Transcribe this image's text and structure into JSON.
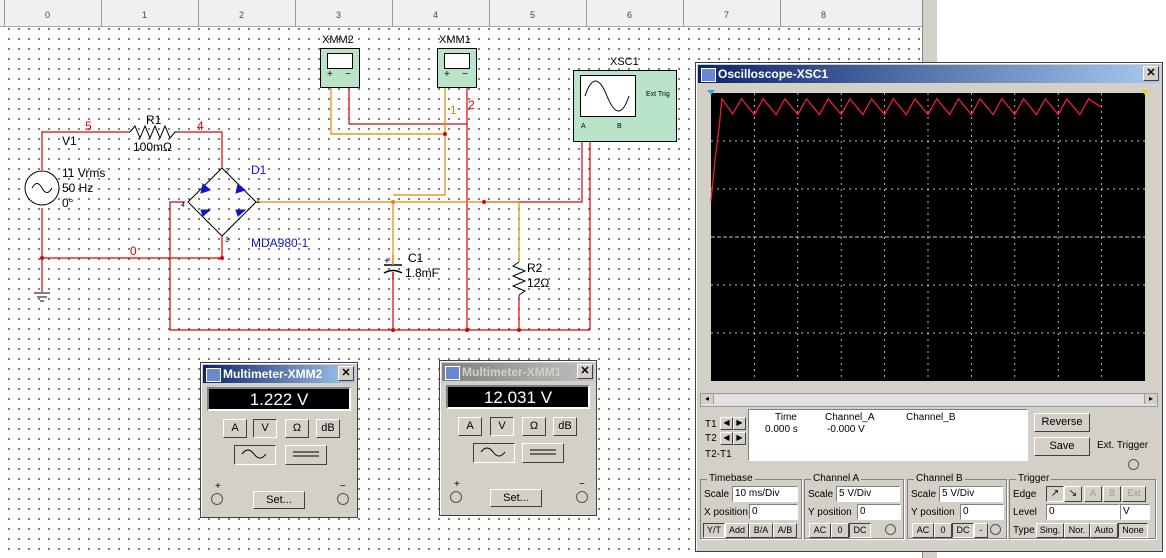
{
  "ruler": {
    "numbers": [
      "0",
      "1",
      "2",
      "3",
      "4",
      "5",
      "6",
      "7",
      "8"
    ]
  },
  "circuit": {
    "source": {
      "name": "V1",
      "voltage": "11 Vrms",
      "freq": "50 Hz",
      "phase": "0°"
    },
    "resistor1": {
      "name": "R1",
      "value": "100mΩ"
    },
    "diode": {
      "name": "D1",
      "model": "MDA980-1"
    },
    "capacitor": {
      "name": "C1",
      "value": "1.8mF"
    },
    "resistor2": {
      "name": "R2",
      "value": "12Ω"
    },
    "nets": {
      "n5": "5",
      "n4": "4",
      "n0": "0",
      "n1": "1",
      "n2": "2"
    },
    "pins": {
      "p1": "1",
      "p2": "2",
      "p3": "3",
      "p4": "4",
      "plus": "+"
    },
    "meters": {
      "xmm2": "XMM2",
      "xmm1": "XMM1",
      "xsc1": "XSC1",
      "ext_trig": "Ext Trig",
      "a": "A",
      "b": "B",
      "plus": "+",
      "minus": "−"
    }
  },
  "multimeter2": {
    "title": "Multimeter-XMM2",
    "reading": "1.222 V",
    "buttons": [
      "A",
      "V",
      "Ω",
      "dB"
    ],
    "set_label": "Set...",
    "plus": "+",
    "minus": "−"
  },
  "multimeter1": {
    "title": "Multimeter-XMM1",
    "reading": "12.031 V",
    "buttons": [
      "A",
      "V",
      "Ω",
      "dB"
    ],
    "set_label": "Set...",
    "plus": "+",
    "minus": "−"
  },
  "oscilloscope": {
    "title": "Oscilloscope-XSC1",
    "cursor_labels": {
      "t1": "T1",
      "t2": "T2",
      "t2t1": "T2-T1"
    },
    "readout": {
      "time_h": "Time",
      "cha_h": "Channel_A",
      "chb_h": "Channel_B",
      "time": "0.000 s",
      "cha": "-0.000 V",
      "chb": ""
    },
    "reverse_label": "Reverse",
    "save_label": "Save",
    "ext_trigger_label": "Ext. Trigger",
    "timebase": {
      "title": "Timebase",
      "scale_label": "Scale",
      "scale": "10 ms/Div",
      "xpos_label": "X position",
      "xpos": "0",
      "modes": [
        "Y/T",
        "Add",
        "B/A",
        "A/B"
      ]
    },
    "channel_a": {
      "title": "Channel A",
      "scale_label": "Scale",
      "scale": "5  V/Div",
      "ypos_label": "Y position",
      "ypos": "0",
      "coupling": [
        "AC",
        "0",
        "DC"
      ]
    },
    "channel_b": {
      "title": "Channel B",
      "scale_label": "Scale",
      "scale": "5  V/Div",
      "ypos_label": "Y position",
      "ypos": "0",
      "coupling": [
        "AC",
        "0",
        "DC",
        "-"
      ]
    },
    "trigger": {
      "title": "Trigger",
      "edge_label": "Edge",
      "edge_buttons": [
        "A",
        "B",
        "Ext"
      ],
      "level_label": "Level",
      "level": "0",
      "level_unit": "V",
      "type_label": "Type",
      "types": [
        "Sing.",
        "Nor.",
        "Auto",
        "None"
      ]
    },
    "trace_color": "#e8202a",
    "screen_color": "#000000",
    "chart_data": {
      "type": "line",
      "x_unit": "ms",
      "y_unit": "V",
      "xlim": [
        0,
        100
      ],
      "ylim": [
        -25,
        15
      ],
      "series": [
        {
          "x": [
            0,
            1,
            2,
            2.5,
            5,
            7,
            10,
            12,
            15,
            17,
            20,
            22,
            25,
            27,
            30,
            32,
            35,
            37,
            40,
            42,
            45,
            47,
            50,
            52,
            55,
            57,
            60,
            62,
            65,
            67,
            70,
            72,
            75,
            77,
            80,
            82,
            85,
            87,
            90
          ],
          "y": [
            0,
            6,
            11,
            14.2,
            12.1,
            14.2,
            12.0,
            14.2,
            12.0,
            14.2,
            12.0,
            14.2,
            12.0,
            14.2,
            12.0,
            14.2,
            12.0,
            14.2,
            12.0,
            14.2,
            12.0,
            14.2,
            12.0,
            14.2,
            12.0,
            14.2,
            12.0,
            14.2,
            12.0,
            14.2,
            12.0,
            14.2,
            12.0,
            14.2,
            12.0,
            14.2,
            12.0,
            14.2,
            13.0
          ]
        }
      ]
    }
  }
}
